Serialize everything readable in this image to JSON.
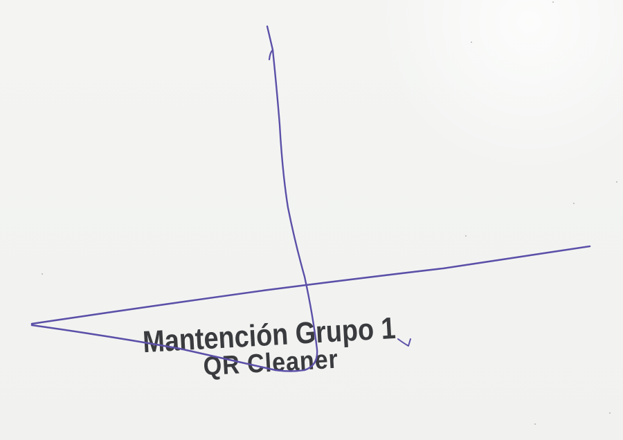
{
  "stamp": {
    "line1": "Mantención Grupo 1",
    "line2": "QR Cleaner"
  },
  "signature": {
    "ink_color": "#5b50a8",
    "description": "handwritten-signature"
  },
  "paper_color": "#f3f4f2"
}
